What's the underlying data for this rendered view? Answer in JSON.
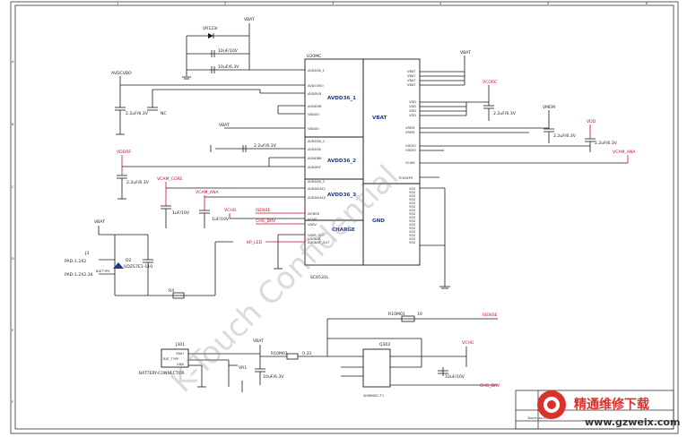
{
  "watermark": "K-Touch Confidential",
  "logo": {
    "main": "精通维修下载",
    "sub": "www.gzweix.com"
  },
  "title_block": {
    "project": "Touchuan E1-3R",
    "rev": "B"
  },
  "ic": {
    "ref": "U20MC",
    "model": "SC6531L",
    "sections": [
      "AVDD36_1",
      "VBAT",
      "AVDD36_2",
      "AVDD36_3",
      "CHARGE",
      "GND"
    ],
    "left_pins": [
      "AVDD36_1",
      "AVDCVBO",
      "AVDDVB",
      "AGNDVB",
      "VDDAO",
      "VDDA0",
      "AVDD36_2",
      "AVDD36",
      "AGNDB6",
      "AVDDRF",
      "AVDD36_3",
      "AVDDAUX1",
      "AVDDAUX2",
      "ISENSE",
      "VCHG",
      "VDRV",
      "VBSR_OUT",
      "VDDBAT",
      "ADDBAT_OUT"
    ],
    "right_pins": [
      "VBAT",
      "VBAT",
      "VBAT",
      "VBAT",
      "VDD",
      "VDD",
      "VDD",
      "VDD",
      "VREM",
      "VREM",
      "VDDIO",
      "VDDIO",
      "VCAM",
      "TCXOEPS",
      "VSS",
      "VSS",
      "VSS",
      "VSS",
      "VSS",
      "VSS",
      "VSS",
      "VSS",
      "VSS",
      "VSS",
      "VSS",
      "VSS",
      "VSS",
      "VSS",
      "VSS",
      "VSS"
    ]
  },
  "nets": {
    "vbat": "VBAT",
    "avdcvbo": "AVDCVBO",
    "vcore": "VCORE",
    "vmem": "VMEM",
    "vdd": "VDD",
    "vddrf": "VDDRF",
    "vcam_ana": "VCAM_ANA",
    "vcam_core": "VCAM_CORE",
    "isense": "ISENSE",
    "chg_drv": "CHG_DRV",
    "vchg": "VCHG",
    "kp_led": "KP_LED"
  },
  "components": {
    "vr": "VR123r",
    "c_a": "10uF/10V",
    "c_b": "10uF/6.3V",
    "c_1": "2.2uF/6.3V",
    "c_nc": "NC",
    "c_2": "2.2uF/6.3V",
    "c_3": "2.2uF/6.3V",
    "c_4": "2.2uF/6.3V",
    "c_5": "2.2uF/6.3V",
    "c_6": "2.2uF/6.3V",
    "c_7": "1uF/10V",
    "c_8": "1uF/10V",
    "j": "J3",
    "pad1": "PAD-1.2X2",
    "pad2": "PAD-1.2X2.36",
    "batttype": "BATTYPE",
    "d": "D2",
    "zener": "UDZS7E1-110",
    "r_1": "R4",
    "r_2": "R10M01",
    "r_2v": "10",
    "r_3": "R10M01",
    "r_3v": "0.33",
    "q": "Q302",
    "q_model": "SI8866DC-T1",
    "conn": "J301",
    "conn_name": "BATTERY-CONNECTOR",
    "conn_pins": [
      "VBAT",
      "BAT_TYPE",
      "GND"
    ],
    "vr1": "VR1",
    "c_9": "10uF/6.3V",
    "c_10": "10uF/10V"
  },
  "frame": {
    "cols": [
      "1",
      "2",
      "3",
      "4",
      "5",
      "6"
    ],
    "rows": [
      "A",
      "B",
      "C",
      "D",
      "E",
      "F"
    ]
  }
}
